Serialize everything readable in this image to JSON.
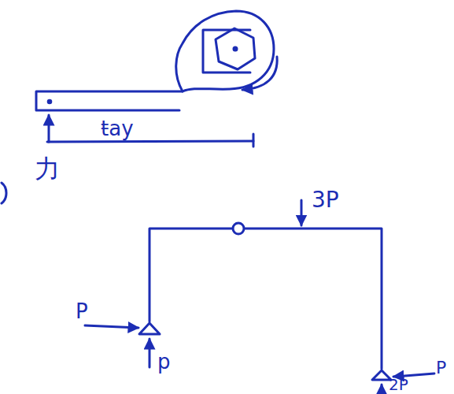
{
  "diagram": {
    "labels": [
      "ŧay",
      "力",
      "3P",
      "P",
      "p",
      "P",
      "2P"
    ]
  }
}
